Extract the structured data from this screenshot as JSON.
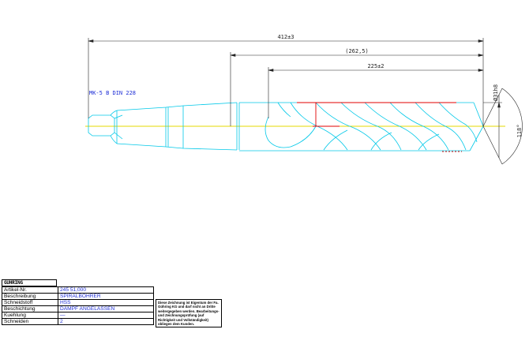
{
  "dimensions": {
    "overall_length": "412±3",
    "reference_length": "(262,5)",
    "flute_length": "225±2",
    "diameter": "Ø31h8",
    "point_angle": "118°"
  },
  "shank_label": "MK-5 B DIN 228",
  "title_block": {
    "logo_text": "GÜHRING",
    "rows": [
      {
        "label": "Artikel-Nr.",
        "value": "245 51,000"
      },
      {
        "label": "Beschreibung",
        "value": "SPIRALBOHRER"
      },
      {
        "label": "Schneidstoff",
        "value": "HSS"
      },
      {
        "label": "Beschichtung",
        "value": "DAMPF ANGELASSEN"
      },
      {
        "label": "Kuehlung",
        "value": "—"
      },
      {
        "label": "Schneiden",
        "value": "2"
      }
    ],
    "note": "Diese Zeichnung ist Eigentum der Fa. Gühring KG und darf nicht an Dritte weitergegeben werden. Bearbeitungs- und Zeichnungsprüfung (auf Richtigkeit und Vollständigkeit) obliegen dem Kunden."
  },
  "colors": {
    "outline": "#00c8e8",
    "center_line": "#e6d800",
    "dimension": "#222222",
    "red_mark": "#e00000",
    "label_blue": "#1f2fd6"
  }
}
